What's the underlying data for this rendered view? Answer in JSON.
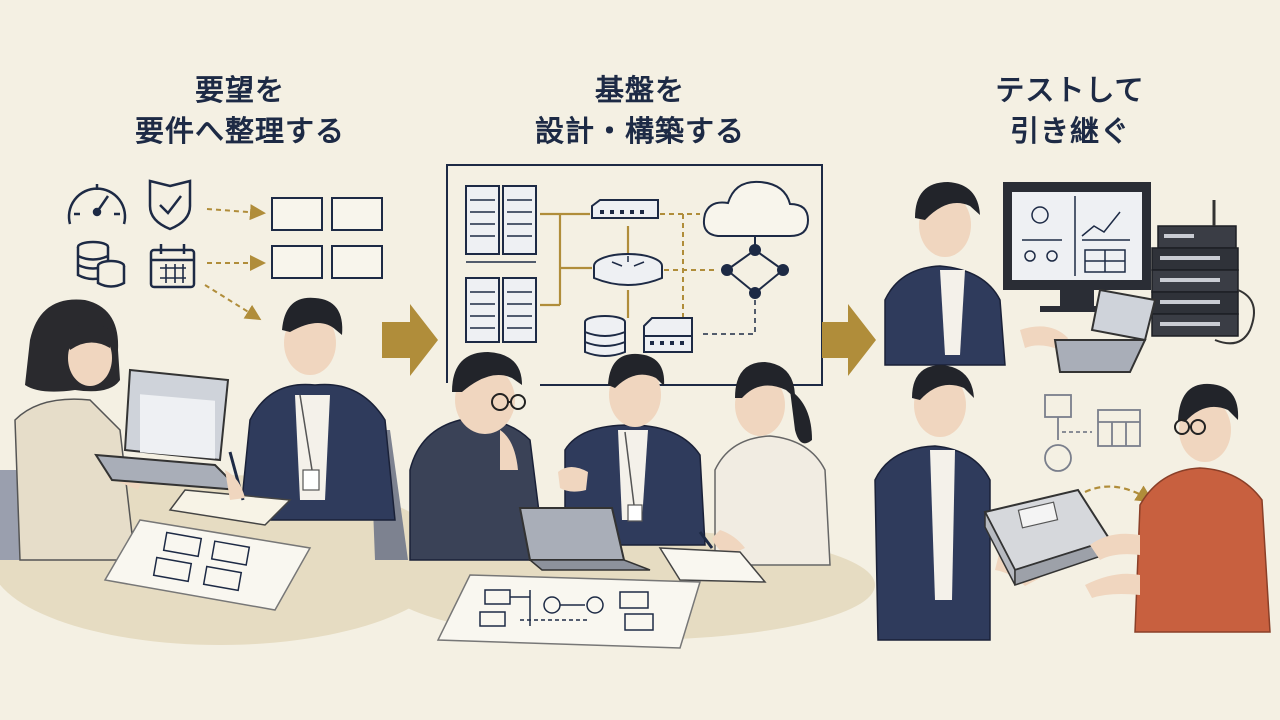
{
  "steps": [
    {
      "line1": "要望を",
      "line2": "要件へ整理する"
    },
    {
      "line1": "基盤を",
      "line2": "設計・構築する"
    },
    {
      "line1": "テストして",
      "line2": "引き継ぐ"
    }
  ],
  "icons": {
    "step1": [
      "gauge-icon",
      "shield-check-icon",
      "database-stack-icon",
      "calendar-icon"
    ],
    "step2": [
      "server-rack-icon",
      "network-switch-icon",
      "router-icon",
      "cloud-icon",
      "database-icon"
    ],
    "step3": [
      "monitor-icon",
      "server-stack-icon",
      "laptop-icon",
      "manual-binder-icon"
    ]
  },
  "colors": {
    "background": "#f4f0e3",
    "ink": "#1d2a45",
    "accent_arrow": "#b08d3a",
    "jacket_navy": "#2f3b5c",
    "sweater_red": "#c8603f",
    "table": "#e6dcc2"
  }
}
